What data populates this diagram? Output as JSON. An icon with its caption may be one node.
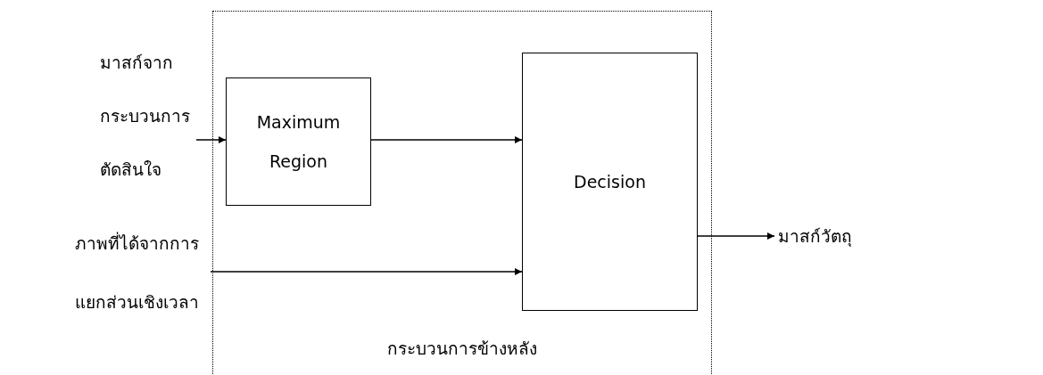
{
  "diagram": {
    "nodes": [
      {
        "text": [
          "กระบวนการข้างหลัง"
        ]
      },
      {
        "text": [
          "Maximum Region"
        ],
        "in": 0
      },
      {
        "text": [
          "Decision"
        ],
        "in": 0
      },
      {
        "text": [
          "มาสก์จากกระบวนการตัดสินใจ"
        ]
      },
      {
        "text": [
          "ภาพที่ได้จากการแยกส่วนเชิงเวลา"
        ]
      },
      {
        "text": [
          "มาสก์วัตถุ"
        ]
      }
    ],
    "edges": [
      {
        "from": 3,
        "to": 1,
        "arrow": "to"
      },
      {
        "from": 1,
        "to": 2,
        "arrow": "to"
      },
      {
        "from": 4,
        "to": 2,
        "arrow": "to"
      },
      {
        "from": 2,
        "to": 5,
        "arrow": "to"
      }
    ]
  }
}
